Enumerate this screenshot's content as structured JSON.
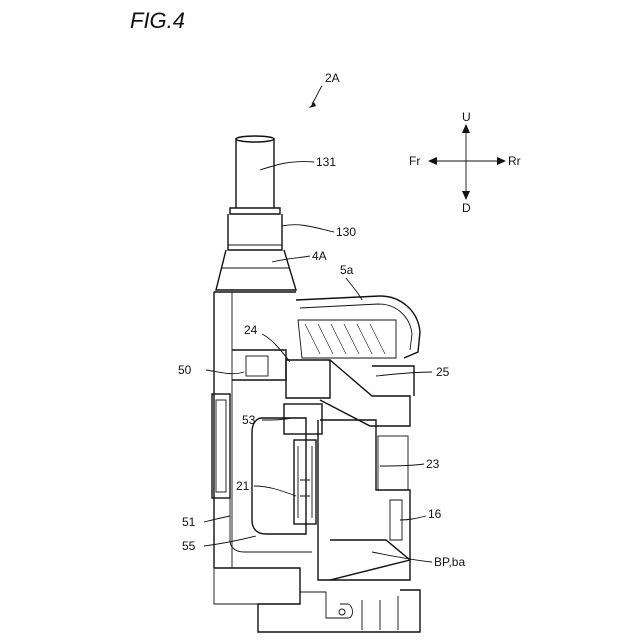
{
  "figure": {
    "title": "FIG.4",
    "assembly_ref": "2A"
  },
  "directions": {
    "up": "U",
    "down": "D",
    "front": "Fr",
    "rear": "Rr"
  },
  "labels": {
    "l131": "131",
    "l130": "130",
    "l4a": "4A",
    "l5a": "5a",
    "l24": "24",
    "l25": "25",
    "l50": "50",
    "l53": "53",
    "l23": "23",
    "l21": "21",
    "l16": "16",
    "l51": "51",
    "l55": "55",
    "lbp": "BP,ba"
  }
}
